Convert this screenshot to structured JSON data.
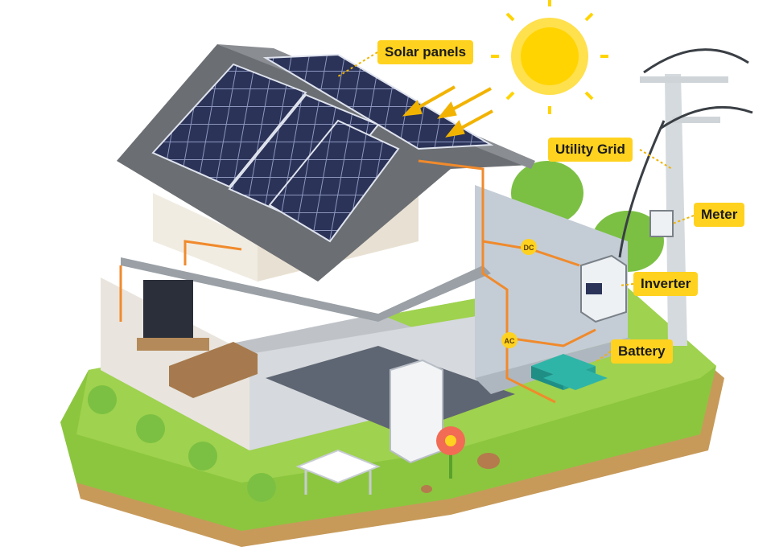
{
  "labels": {
    "solar_panels": "Solar panels",
    "utility_grid": "Utility Grid",
    "meter": "Meter",
    "inverter": "Inverter",
    "battery": "Battery"
  },
  "badges": {
    "dc": "DC",
    "ac": "AC"
  },
  "colors": {
    "callout": "#ffd21f",
    "wire": "#f08a2c",
    "roof": "#6b6e72",
    "panel": "#2b3358",
    "grass": "#8cc63f",
    "soil": "#c79a5a",
    "sun": "#ffd400"
  }
}
